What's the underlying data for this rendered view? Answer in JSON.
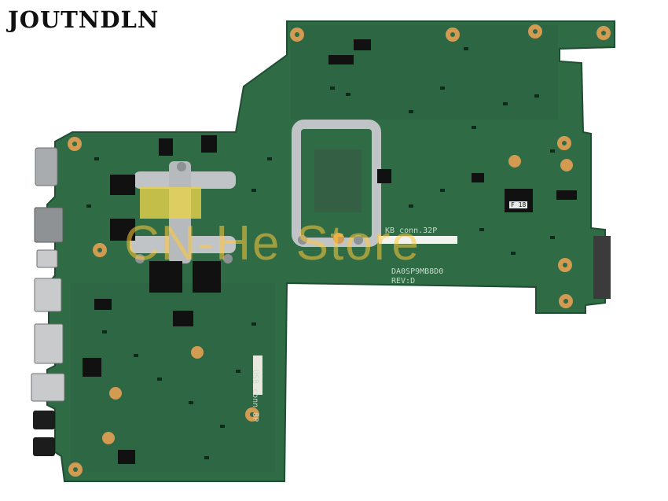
{
  "brand": {
    "text": "JOUTNDLN"
  },
  "watermark": {
    "text": "CN-He Store"
  },
  "silkscreen": {
    "kb_connector": "KB conn.32P",
    "board_id": "DA0SP9MB8D0",
    "revision": "REV:D",
    "usb_connector": "USB conn 8P",
    "label": "F 18"
  },
  "colors": {
    "pcb": "#2f6b45",
    "pcb_dark": "#1f4e33",
    "gold_pad": "#d39a52",
    "chip": "#111111",
    "heatsink_bracket": "#c0c4c6",
    "brand_text": "#111111",
    "watermark": "#ffc83c"
  },
  "icons": {
    "board": "motherboard-icon",
    "mount": "screw-hole-icon"
  }
}
